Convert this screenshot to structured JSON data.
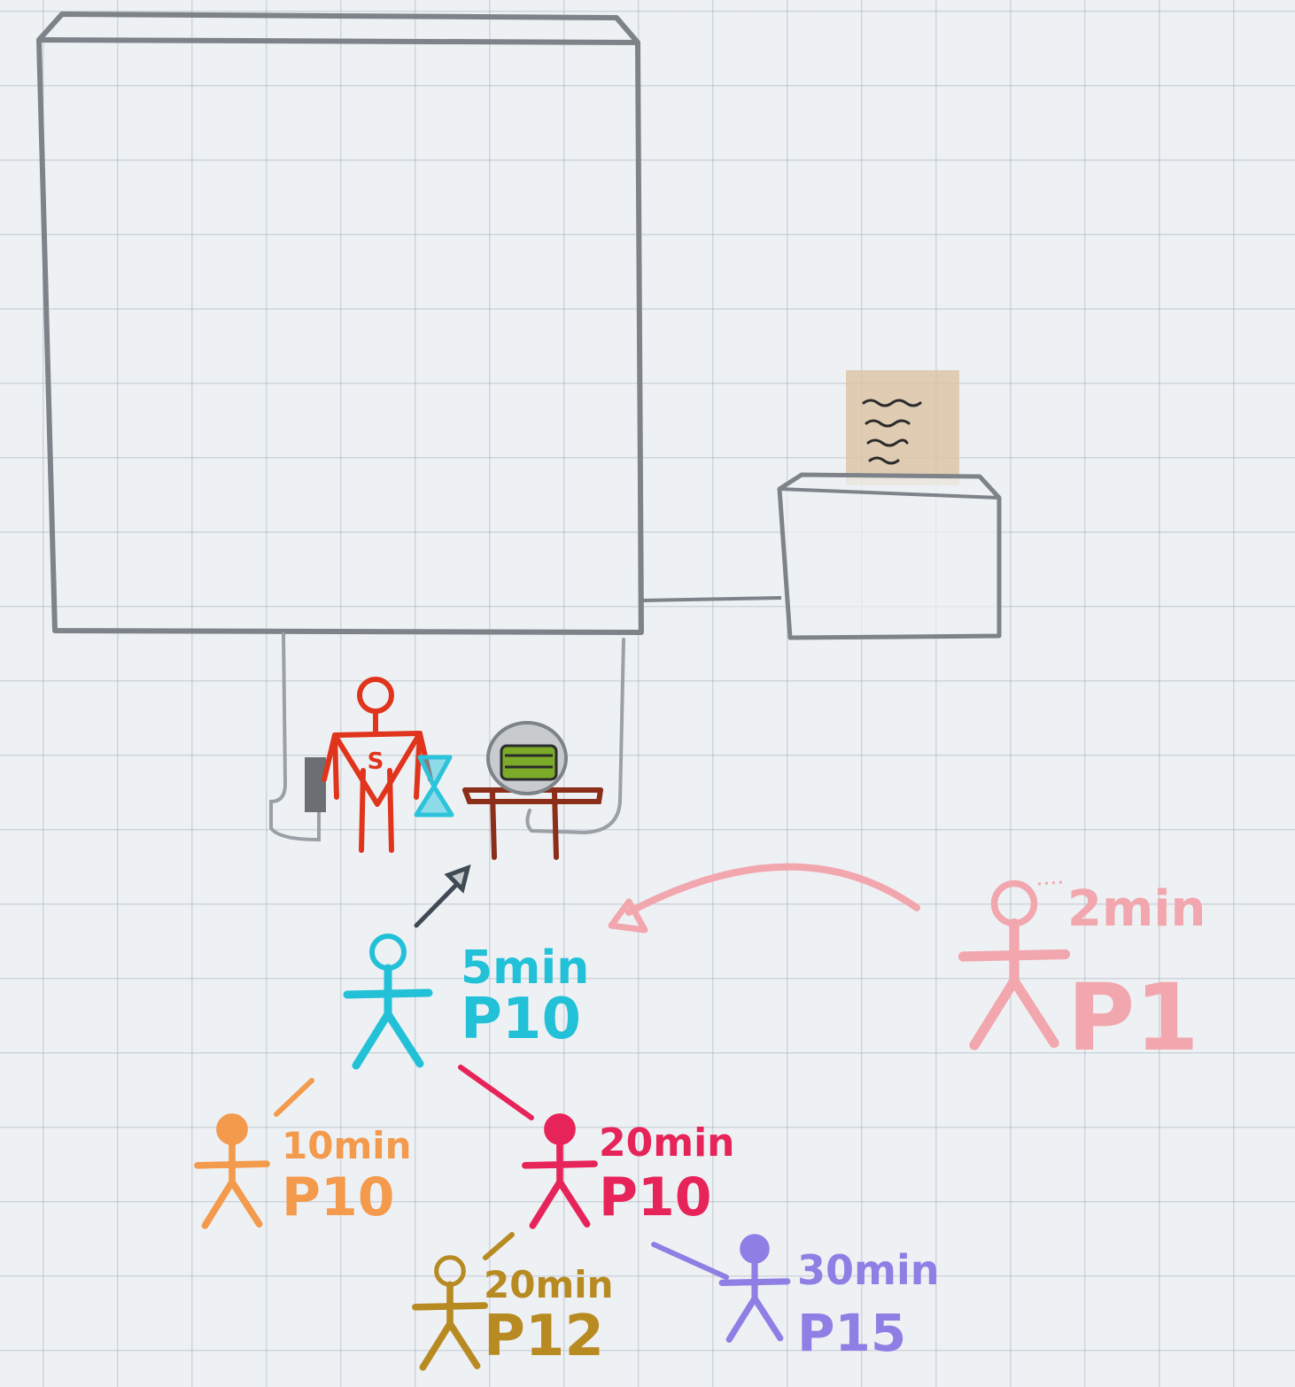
{
  "colors": {
    "pencil": "#7d8389",
    "stick_red": "#e0351c",
    "stick_blue": "#2cc3db",
    "table_brown": "#8b2e1a",
    "pink": "#f2a6ae",
    "cyan": "#22c1d8",
    "orange": "#f39a4d",
    "magenta": "#e7245a",
    "ochre": "#b88a22",
    "purple": "#8f7fe4",
    "paper_tan": "#dcc6a6"
  },
  "staff": {
    "badge_letter": "S"
  },
  "people": [
    {
      "id": "p1",
      "color": "pink",
      "time_label": "2min",
      "priority_label": "P1"
    },
    {
      "id": "p2",
      "color": "cyan",
      "time_label": "5min",
      "priority_label": "P10"
    },
    {
      "id": "p3",
      "color": "orange",
      "time_label": "10min",
      "priority_label": "P10"
    },
    {
      "id": "p4",
      "color": "magenta",
      "time_label": "20min",
      "priority_label": "P10"
    },
    {
      "id": "p5",
      "color": "ochre",
      "time_label": "20min",
      "priority_label": "P12"
    },
    {
      "id": "p6",
      "color": "purple",
      "time_label": "30min",
      "priority_label": "P15"
    }
  ]
}
